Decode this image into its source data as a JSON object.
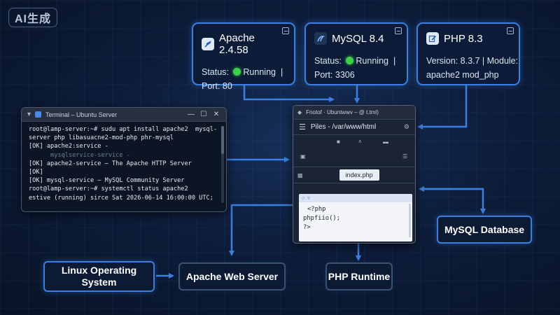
{
  "badge": {
    "label": "AI生成"
  },
  "services": [
    {
      "name": "Apache 2.4.58",
      "status_label": "Status:",
      "status": "Running",
      "sep": "|",
      "detail": "Port: 80"
    },
    {
      "name": "MySQL 8.4",
      "status_label": "Status:",
      "status": "Running",
      "sep": "|",
      "detail": "Port: 3306"
    },
    {
      "name": "PHP 8.3",
      "line1": "Version: 8.3.7 | Module:",
      "line2": "apache2 mod_php"
    }
  ],
  "terminal": {
    "title": "Terminal – Ubuntu Server",
    "lines": [
      "root@lamp-server:~# sudu apt install apache2  mysql-",
      "server php libasuacne2-mod-php phr-mysql",
      "[OK] apache2:service -",
      "      mysqlservice-service -",
      "[OK] apache2-service – The Apache HTTP Server",
      "[OK]",
      "[OK] mysql-service – MySQL Community Server",
      "root@lamp-server:~# systemctl status apache2",
      "estive (running) sirce Sat 2026-06-14 16:00:00 UTC;"
    ]
  },
  "file_window": {
    "title": "Fnotof   ·  Ubuntwwv – @ t.tml)",
    "path": "Piles  -  /var/www/html",
    "tab": "index.php",
    "code": [
      "<?php",
      "phpfiio();",
      "?>"
    ]
  },
  "boxes": {
    "mysql_db": "MySQL Database",
    "linux": "Linux Operating System",
    "apache": "Apache Web Server",
    "php": "PHP Runtime"
  },
  "colors": {
    "accent": "#3d7fe0",
    "running": "#3fd04a",
    "bg": "#0d1d3a"
  }
}
